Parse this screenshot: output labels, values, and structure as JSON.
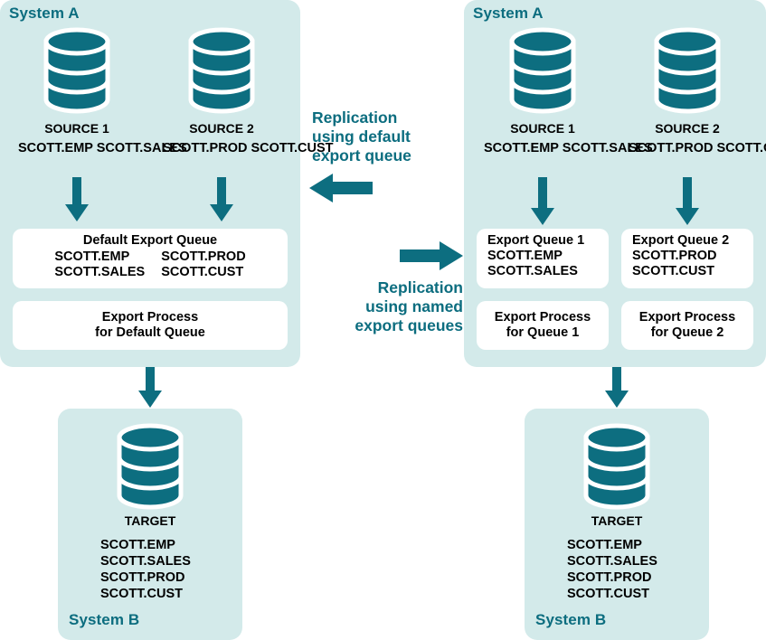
{
  "colors": {
    "panel_bg": "#d3eaea",
    "teal": "#0c6d7f",
    "db_fill": "#0d6e80",
    "box_bg": "#ffffff",
    "text": "#000000",
    "page_bg": "#ffffff"
  },
  "left_diagram": {
    "system_a_label": "System A",
    "system_b_label": "System B",
    "sources": [
      {
        "name": "SOURCE 1",
        "tables": "SCOTT.EMP\nSCOTT.SALES"
      },
      {
        "name": "SOURCE 2",
        "tables": "SCOTT.PROD\nSCOTT.CUST"
      }
    ],
    "queue_box": {
      "title": "Default Export Queue",
      "column_1": "SCOTT.EMP\nSCOTT.SALES",
      "column_2": "SCOTT.PROD\nSCOTT.CUST"
    },
    "process_box": {
      "line_1": "Export Process",
      "line_2": "for Default Queue"
    },
    "target": {
      "name": "TARGET",
      "tables": "SCOTT.EMP\nSCOTT.SALES\nSCOTT.PROD\nSCOTT.CUST"
    }
  },
  "right_diagram": {
    "system_a_label": "System A",
    "system_b_label": "System B",
    "sources": [
      {
        "name": "SOURCE 1",
        "tables": "SCOTT.EMP\nSCOTT.SALES"
      },
      {
        "name": "SOURCE 2",
        "tables": "SCOTT.PROD\nSCOTT.CUST"
      }
    ],
    "queue_boxes": [
      {
        "title": "Export Queue 1",
        "tables": "SCOTT.EMP\nSCOTT.SALES"
      },
      {
        "title": "Export Queue 2",
        "tables": "SCOTT.PROD\nSCOTT.CUST"
      }
    ],
    "process_boxes": [
      {
        "line_1": "Export Process",
        "line_2": "for Queue 1"
      },
      {
        "line_1": "Export Process",
        "line_2": "for Queue 2"
      }
    ],
    "target": {
      "name": "TARGET",
      "tables": "SCOTT.EMP\nSCOTT.SALES\nSCOTT.PROD\nSCOTT.CUST"
    }
  },
  "center_captions": {
    "top": "Replication\nusing default\nexport queue",
    "bottom": "Replication\nusing named\nexport queues"
  }
}
